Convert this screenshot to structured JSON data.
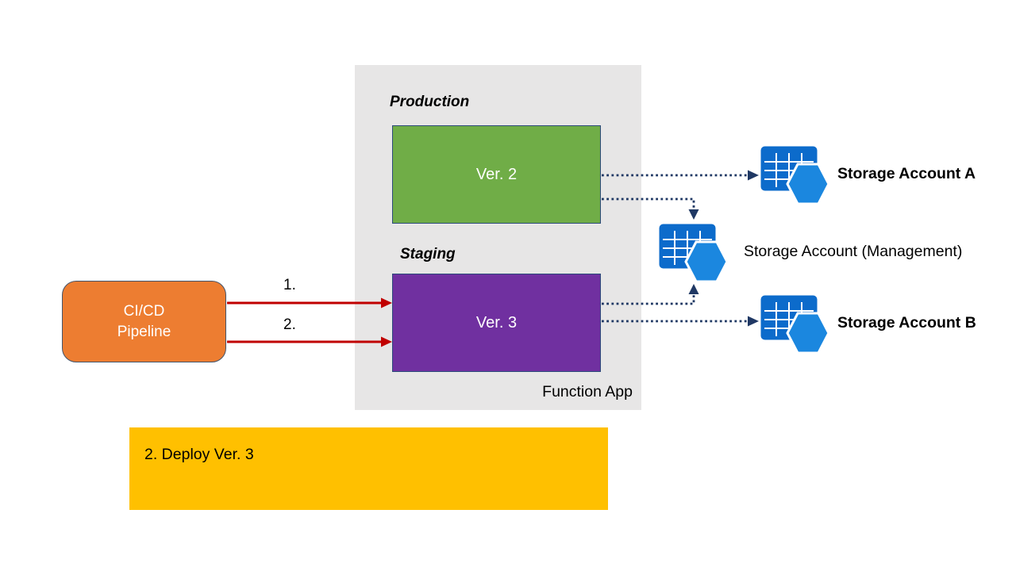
{
  "colors": {
    "panel": "#E7E6E6",
    "green": "#70AD47",
    "purple": "#7030A0",
    "orange": "#ED7D31",
    "yellow": "#FFC000",
    "red": "#C00000",
    "navy": "#1F3864",
    "blue": "#0C6BCB",
    "blueLight": "#1B87DF",
    "slotBorder": "#2C4A7A",
    "pipelineBorder": "#44546A",
    "text": "#000000",
    "textOnFill": "#FFFFFF"
  },
  "function_app": {
    "panel_label": "Function App",
    "production_label": "Production",
    "production_slot_label": "Ver. 2",
    "staging_label": "Staging",
    "staging_slot_label": "Ver. 3"
  },
  "pipeline": {
    "line1": "CI/CD",
    "line2": "Pipeline"
  },
  "steps": {
    "step1": "1.",
    "step2": "2."
  },
  "storage": {
    "account_a": "Storage Account A",
    "management": "Storage Account (Management)",
    "account_b": "Storage Account B"
  },
  "note": "2. Deploy Ver. 3"
}
